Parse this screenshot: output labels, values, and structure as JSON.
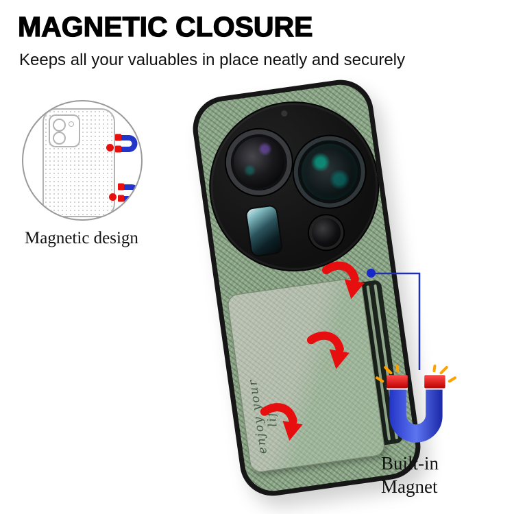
{
  "header": {
    "title": "MAGNETIC CLOSURE",
    "subtitle": "Keeps all your valuables in place neatly and securely"
  },
  "callouts": {
    "magnetic_design": "Magnetic design",
    "built_in_magnet": "Built-in Magnet"
  },
  "phone_case": {
    "script_text": "enjoy your life"
  },
  "icons": {
    "magnet_icon": "horseshoe-magnet",
    "small_magnet_icon": "horseshoe-magnet-small",
    "red_arrow_icon": "curved-red-arrow",
    "spark_icon": "spark-lines"
  },
  "colors": {
    "accent_red": "#e8100c",
    "magnet_blue": "#2334c8",
    "case_green": "#8ba687",
    "callout_blue": "#1f2fb0",
    "spark_yellow": "#ffa200"
  }
}
